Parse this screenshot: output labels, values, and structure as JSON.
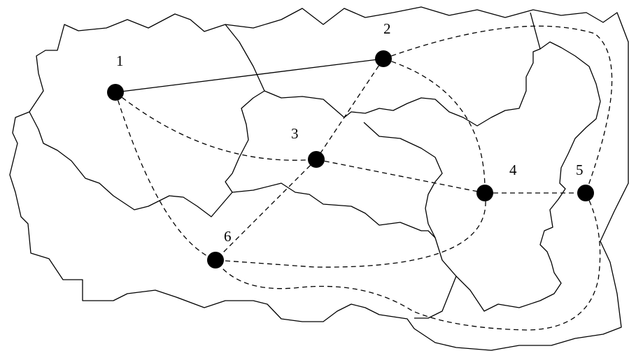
{
  "nodes": [
    {
      "id": "1",
      "label": "1"
    },
    {
      "id": "2",
      "label": "2"
    },
    {
      "id": "3",
      "label": "3"
    },
    {
      "id": "4",
      "label": "4"
    },
    {
      "id": "5",
      "label": "5"
    },
    {
      "id": "6",
      "label": "6"
    }
  ],
  "edges": [
    {
      "from": "1",
      "to": "2",
      "style": "solid"
    },
    {
      "from": "1",
      "to": "3",
      "style": "dashed"
    },
    {
      "from": "1",
      "to": "6",
      "style": "dashed"
    },
    {
      "from": "2",
      "to": "3",
      "style": "dashed"
    },
    {
      "from": "2",
      "to": "4",
      "style": "dashed"
    },
    {
      "from": "2",
      "to": "5",
      "style": "dashed"
    },
    {
      "from": "3",
      "to": "4",
      "style": "dashed"
    },
    {
      "from": "3",
      "to": "6",
      "style": "dashed"
    },
    {
      "from": "4",
      "to": "5",
      "style": "dashed"
    },
    {
      "from": "4",
      "to": "6",
      "style": "dashed"
    },
    {
      "from": "5",
      "to": "6",
      "style": "dashed"
    }
  ],
  "colors": {
    "stroke": "#000000",
    "node": "#000000",
    "background": "#ffffff"
  }
}
